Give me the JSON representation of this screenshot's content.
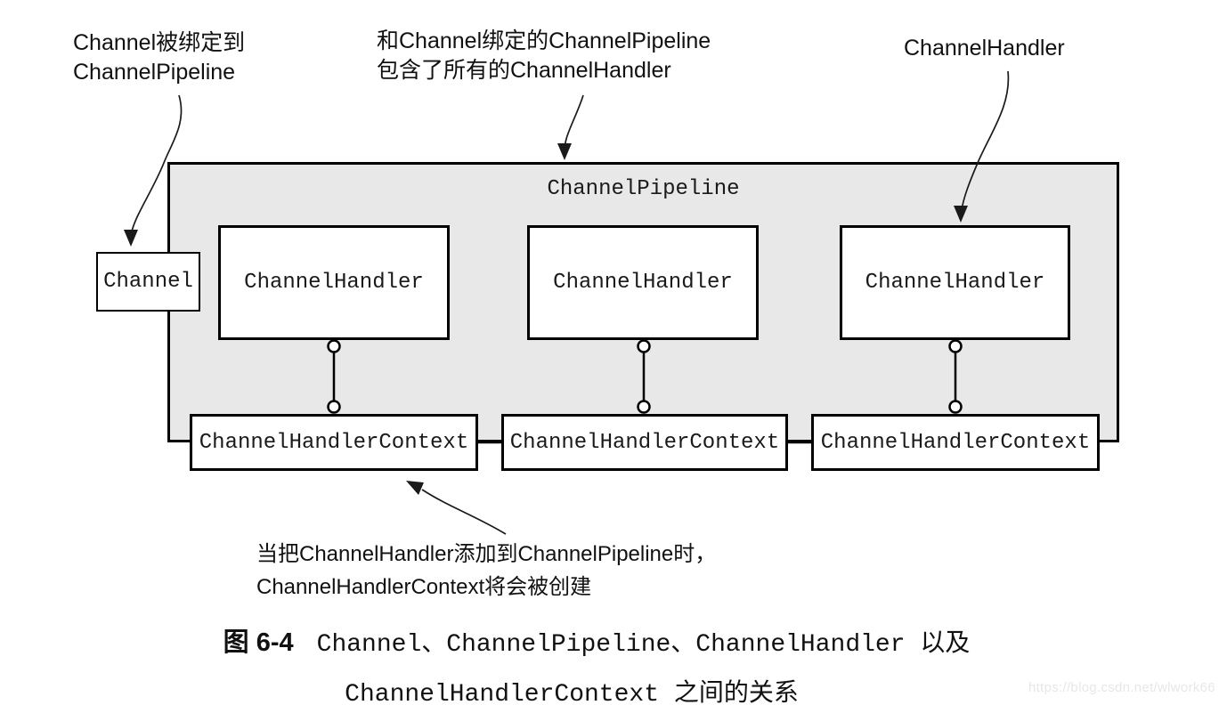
{
  "annotations": {
    "top_left": {
      "line1": "Channel被绑定到",
      "line2": "ChannelPipeline"
    },
    "top_middle": {
      "line1": "和Channel绑定的ChannelPipeline",
      "line2": "包含了所有的ChannelHandler"
    },
    "top_right": {
      "label": "ChannelHandler"
    },
    "bottom": {
      "line1": "当把ChannelHandler添加到ChannelPipeline时，",
      "line2": "ChannelHandlerContext将会被创建"
    }
  },
  "diagram": {
    "pipeline": {
      "label": "ChannelPipeline"
    },
    "channel": {
      "label": "Channel"
    },
    "handlers": [
      {
        "label": "ChannelHandler"
      },
      {
        "label": "ChannelHandler"
      },
      {
        "label": "ChannelHandler"
      }
    ],
    "contexts": [
      {
        "label": "ChannelHandlerContext"
      },
      {
        "label": "ChannelHandlerContext"
      },
      {
        "label": "ChannelHandlerContext"
      }
    ]
  },
  "caption": {
    "figure_label": "图 6-4",
    "line1": "Channel、ChannelPipeline、ChannelHandler 以及",
    "line2": "ChannelHandlerContext 之间的关系"
  },
  "watermark": {
    "text": "https://blog.csdn.net/wlwork66"
  },
  "colors": {
    "pipeline_fill": "#e8e8e8",
    "line": "#000000",
    "watermark_text": "#e7e7e7"
  }
}
